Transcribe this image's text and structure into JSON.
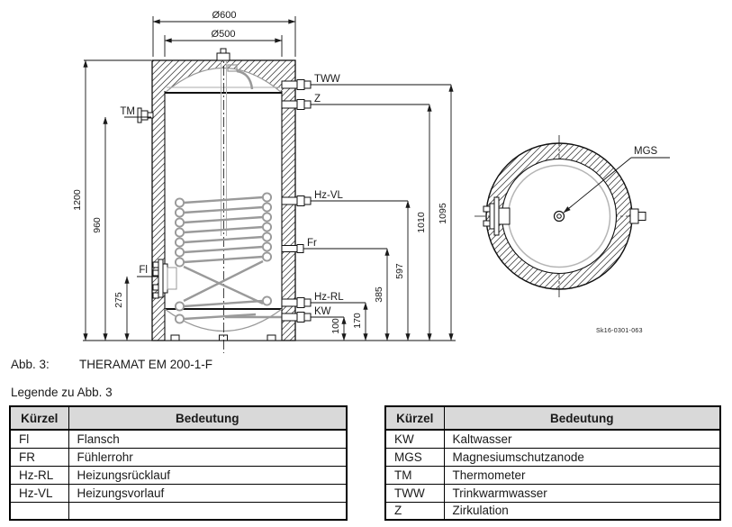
{
  "figure_caption": {
    "label": "Abb. 3:",
    "title": "THERAMAT EM 200-1-F"
  },
  "legend_heading": "Legende zu Abb. 3",
  "drawing": {
    "code": "Sk16-0301-063",
    "diameter_dims": {
      "outer": "Ø600",
      "inner": "Ø500"
    },
    "height_dims": {
      "total": "1200",
      "tm": "960",
      "flange": "275",
      "kw": "100",
      "hzrl": "170",
      "fr": "385",
      "hzvl": "597",
      "z": "1010",
      "tww": "1095"
    },
    "port_labels": {
      "tww": "TWW",
      "z": "Z",
      "tm": "TM",
      "hzvl": "Hz-VL",
      "fr": "Fr",
      "hzrl": "Hz-RL",
      "kw": "KW",
      "fl": "Fl",
      "mgs": "MGS"
    }
  },
  "legend_tables": {
    "left": {
      "headers": {
        "code": "Kürzel",
        "meaning": "Bedeutung"
      },
      "rows": [
        [
          "Fl",
          "Flansch"
        ],
        [
          "FR",
          "Fühlerrohr"
        ],
        [
          "Hz-RL",
          "Heizungsrücklauf"
        ],
        [
          "Hz-VL",
          "Heizungsvorlauf"
        ],
        [
          "",
          ""
        ]
      ]
    },
    "right": {
      "headers": {
        "code": "Kürzel",
        "meaning": "Bedeutung"
      },
      "rows": [
        [
          "KW",
          "Kaltwasser"
        ],
        [
          "MGS",
          "Magnesiumschutzanode"
        ],
        [
          "TM",
          "Thermometer"
        ],
        [
          "TWW",
          "Trinkwarmwasser"
        ],
        [
          "Z",
          "Zirkulation"
        ]
      ]
    }
  },
  "colors": {
    "table_header_bg": "#d9d9d9",
    "line": "#1a1a1a",
    "coil_gray": "#9a9a9a"
  }
}
